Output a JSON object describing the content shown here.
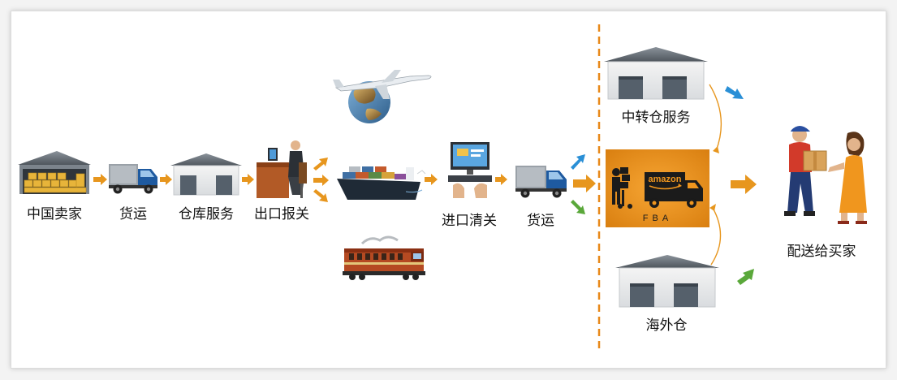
{
  "steps": {
    "china_seller": "中国卖家",
    "freight_1": "货运",
    "warehouse_service": "仓库服务",
    "export_customs": "出口报关",
    "import_clearance": "进口清关",
    "freight_2": "货运",
    "transit_warehouse": "中转仓服务",
    "overseas_warehouse": "海外仓",
    "deliver_to_buyer": "配送给买家"
  },
  "fba": {
    "brand": "amazon",
    "code": "FBA"
  },
  "colors": {
    "arrow_orange": "#e7961e",
    "arrow_blue": "#2a8fd6",
    "arrow_green": "#5aa83a",
    "fba_bg": "#f0961e",
    "divider": "#e8891a"
  }
}
